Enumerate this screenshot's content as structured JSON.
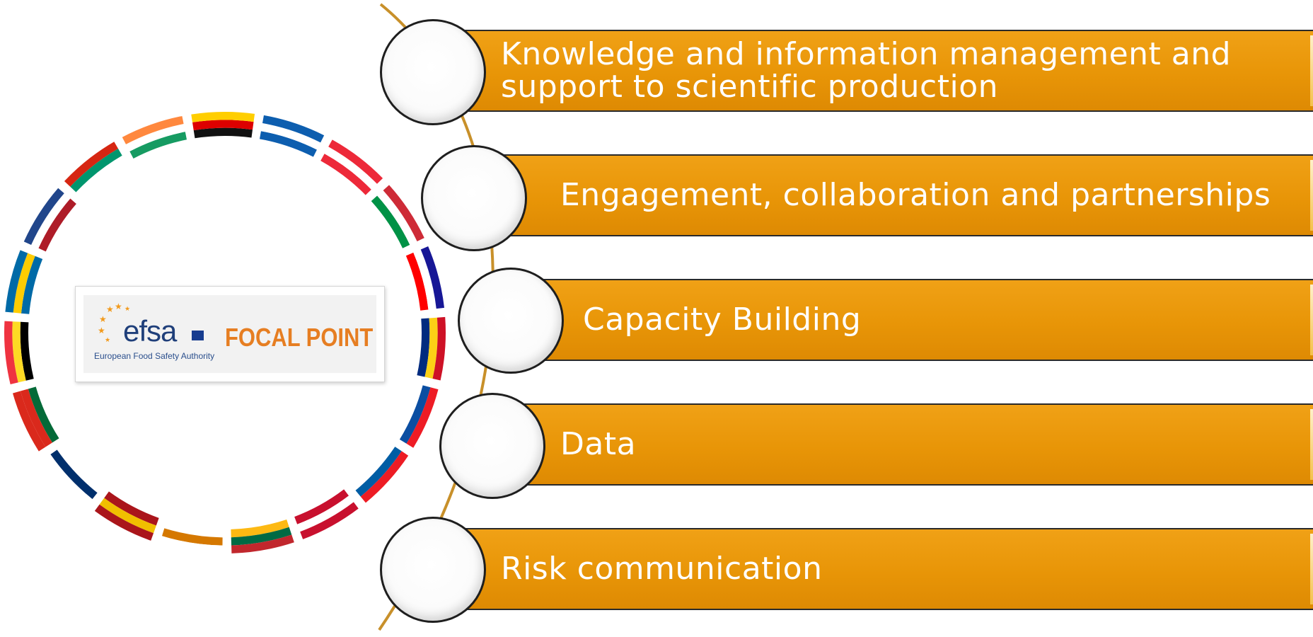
{
  "logo": {
    "brand": "efsa",
    "subtitle": "European Food Safety Authority",
    "badge": "FOCAL POINT"
  },
  "items": [
    {
      "label": "Knowledge and information management and support to scientific production"
    },
    {
      "label": "Engagement, collaboration and partnerships"
    },
    {
      "label": "Capacity Building"
    },
    {
      "label": "Data"
    },
    {
      "label": "Risk communication"
    }
  ],
  "colors": {
    "bar_fill": "#e89507",
    "bar_border": "#2a2a2a",
    "connector": "#c8902a",
    "focal_text": "#e67e22",
    "efsa_blue": "#1f3f7a"
  },
  "flags": [
    "Germany",
    "Greece",
    "Austria",
    "Italy",
    "Croatia",
    "Romania",
    "Slovakia",
    "Slovenia",
    "Denmark",
    "Lithuania",
    "Cyprus",
    "Spain",
    "Finland",
    "Portugal",
    "Belgium",
    "Sweden",
    "Netherlands",
    "Bulgaria",
    "Ireland"
  ]
}
